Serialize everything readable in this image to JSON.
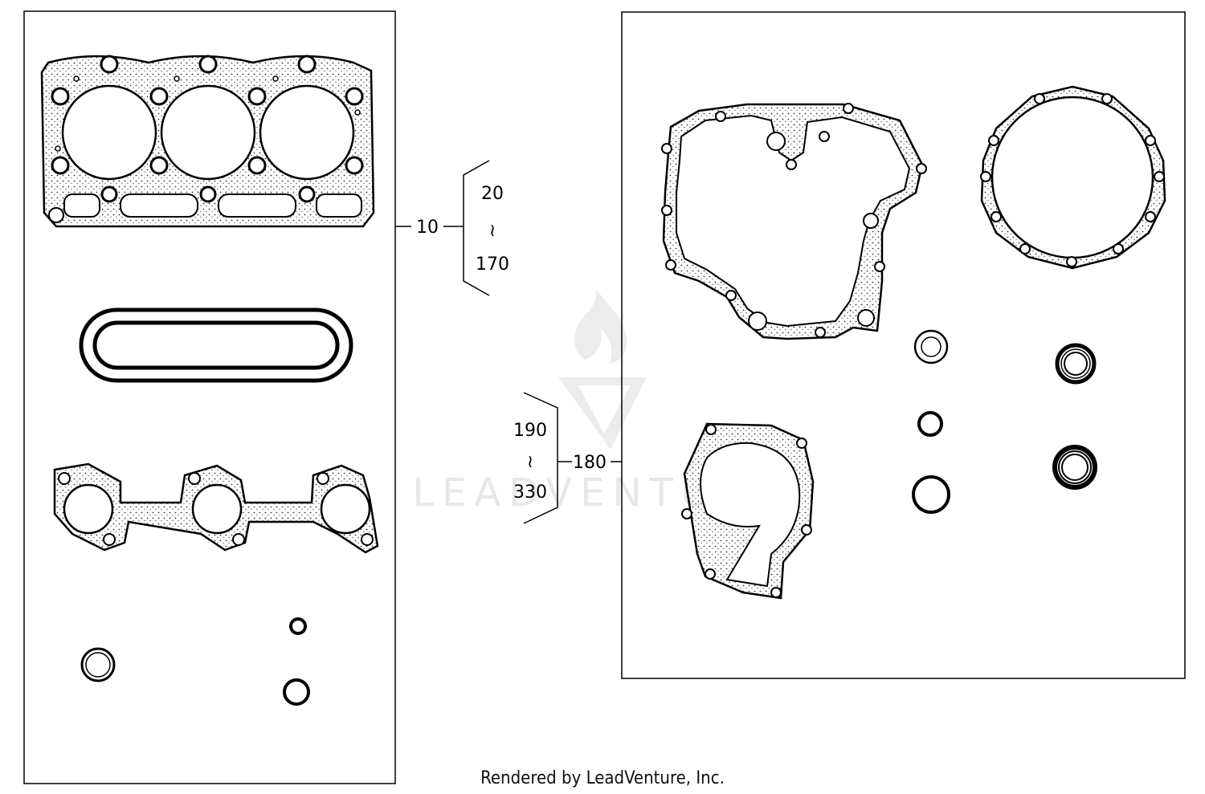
{
  "watermark": {
    "text": "LEADVENTURE"
  },
  "callouts": {
    "left": {
      "ref": "10",
      "range_start": "20",
      "range_sep": "≀",
      "range_end": "170"
    },
    "right": {
      "ref": "180",
      "range_start": "190",
      "range_sep": "≀",
      "range_end": "330"
    }
  },
  "footer": {
    "text": "Rendered by LeadVenture, Inc."
  }
}
